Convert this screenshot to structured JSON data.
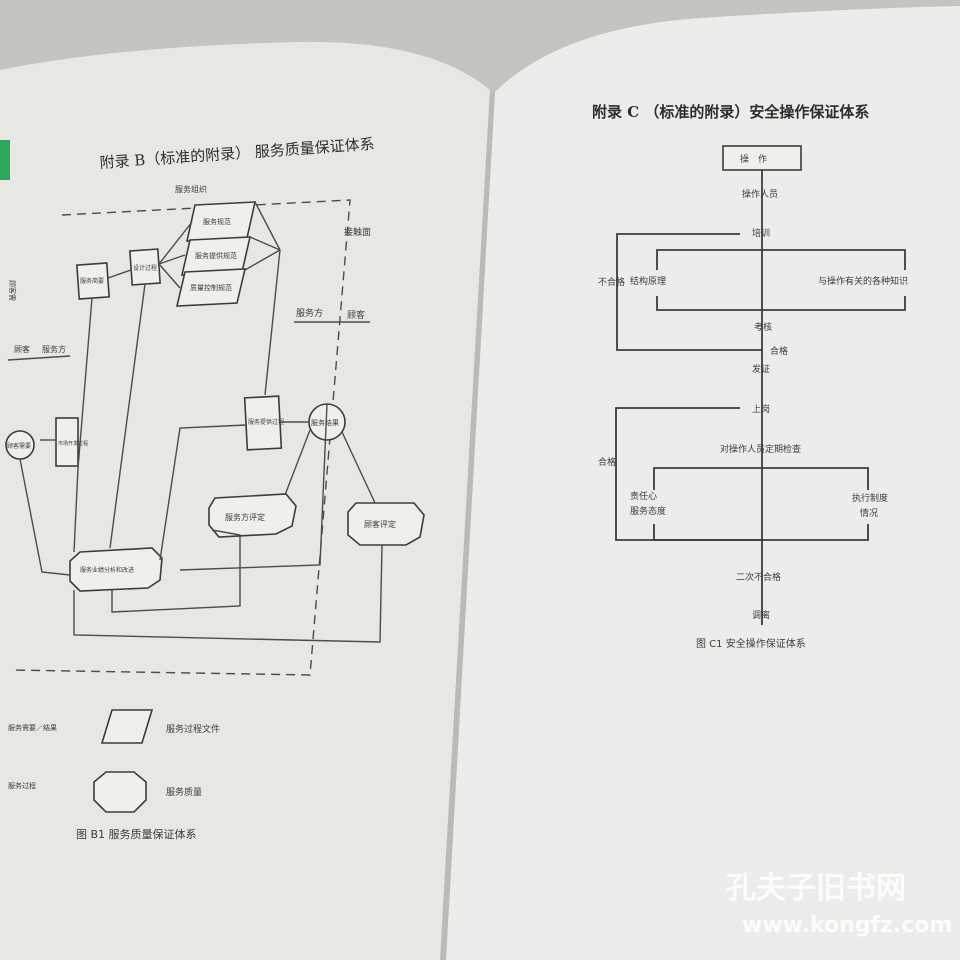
{
  "left_page": {
    "title": "附录 B（标准的附录）  服务质量保证体系",
    "org_label": "服务组织",
    "interface_label": "接触面",
    "provider_label": "服务方",
    "customer_label": "顾客",
    "left_labels": [
      "顾客需",
      "顾客",
      "服务方"
    ],
    "nodes": {
      "brief": "服务简要",
      "design": "设计过程",
      "spec1": "服务规范",
      "spec2": "服务提供规范",
      "spec3": "质量控制规范",
      "market": "市场开发过程",
      "provide": "服务提供过程",
      "result": "服务结果",
      "need": "顾客需要",
      "provider_eval": "服务方评定",
      "customer_eval": "顾客评定",
      "analysis": "服务业绩分析和改进"
    },
    "legend": [
      {
        "label": "服务需要／结果",
        "desc": "服务过程文件"
      },
      {
        "label": "服务过程",
        "desc": "服务质量"
      }
    ],
    "caption": "图 B1  服务质量保证体系"
  },
  "right_page": {
    "title": "附录 C  （标准的附录）安全操作保证体系",
    "nodes": {
      "op": "操　作",
      "staff": "操作人员",
      "train": "培训",
      "principle": "结构原理",
      "knowledge": "与操作有关的各种知识",
      "exam": "考核",
      "pass1": "合格",
      "cert": "发证",
      "post": "上岗",
      "check": "对操作人员定期检查",
      "resp": "责任心",
      "attitude": "服务态度",
      "exec": "执行制度",
      "status": "情况",
      "fail_twice": "二次不合格",
      "leave": "调离",
      "fail_side": "不合格",
      "pass_side": "合格"
    },
    "caption": "图 C1   安全操作保证体系"
  },
  "watermark": {
    "name": "孔夫子旧书网",
    "url": "www.kongfz.com"
  }
}
